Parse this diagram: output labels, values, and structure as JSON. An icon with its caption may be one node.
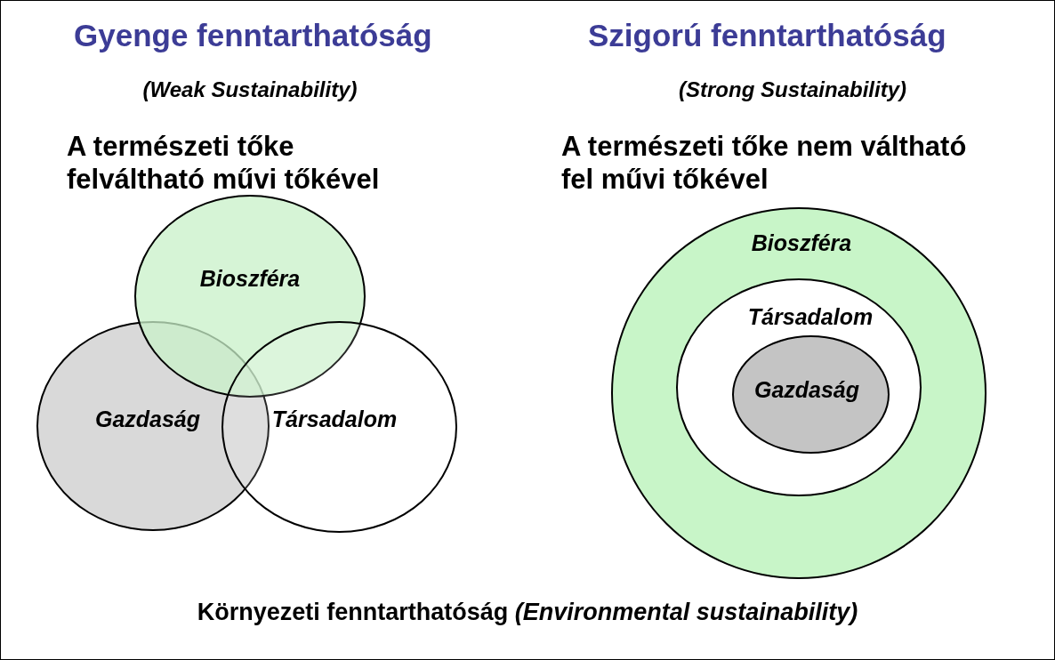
{
  "diagram": {
    "caption": "Környezeti fenntarthatóság *(Environmental sustainability)*",
    "nodes": [
      {
        "text": [
          "Bioszféra"
        ]
      },
      {
        "text": [
          "Gazdaság"
        ]
      },
      {
        "text": [
          "Társadalom"
        ]
      },
      {
        "text": [
          "Bioszféra"
        ]
      },
      {
        "text": [
          "Társadalom"
        ],
        "in": 3
      },
      {
        "text": [
          "Gazdaság"
        ],
        "in": 4
      }
    ],
    "labels": [
      "Gyenge fenntarthatóság",
      "(Weak Sustainability)",
      "A természeti tőke felváltható művi tőkével",
      "Szigorú fenntarthatóság",
      "(Strong Sustainability)",
      "A természeti tőke nem váltható fel művi tőkével"
    ]
  }
}
